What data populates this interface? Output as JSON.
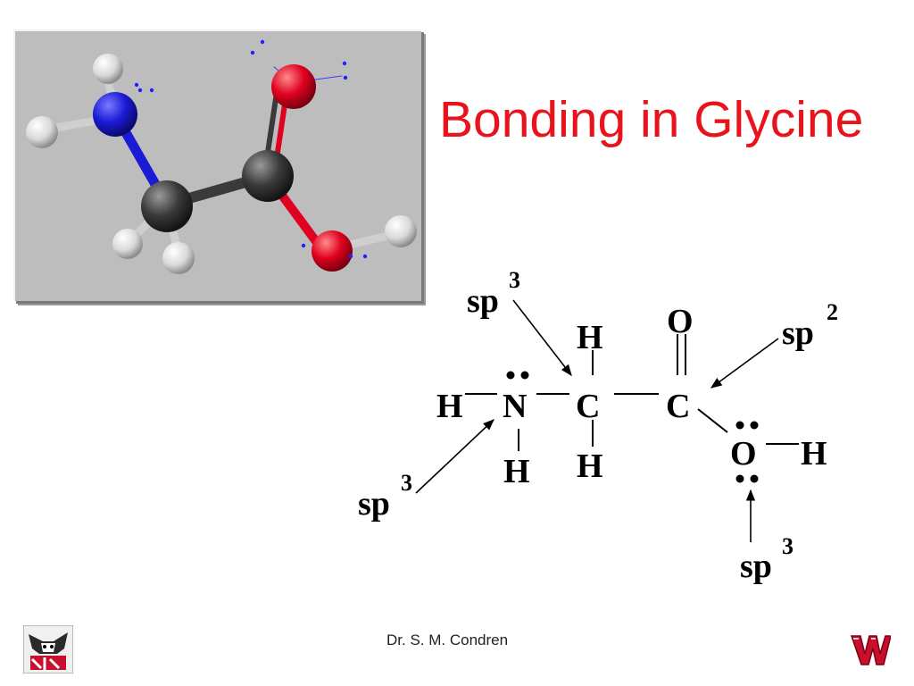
{
  "slide": {
    "title": "Bonding in Glycine",
    "footer": "Dr. S. M. Condren"
  },
  "structure": {
    "atoms": {
      "h_left": "H",
      "n": "N",
      "h_under_n": "H",
      "c_alpha": "C",
      "h_top": "H",
      "h_bottom": "H",
      "c_carbonyl": "C",
      "o_double": "O",
      "o_hydroxyl": "O",
      "h_hydroxyl": "H"
    },
    "hybridization_labels": [
      {
        "base": "sp",
        "exponent": "3"
      },
      {
        "base": "sp",
        "exponent": "2"
      },
      {
        "base": "sp",
        "exponent": "3"
      },
      {
        "base": "sp",
        "exponent": "3"
      }
    ]
  },
  "colors": {
    "title": "#e8131b",
    "oxygen": "#e0001f",
    "nitrogen": "#1b1bd6",
    "carbon": "#3a3a3a",
    "hydrogen": "#e6e6e6",
    "lone_pair_dot": "#2020ff",
    "model_background": "#bdbdbd"
  },
  "icons": {
    "left_logo": "badger-mascot-icon",
    "right_logo": "motion-w-logo-icon"
  }
}
